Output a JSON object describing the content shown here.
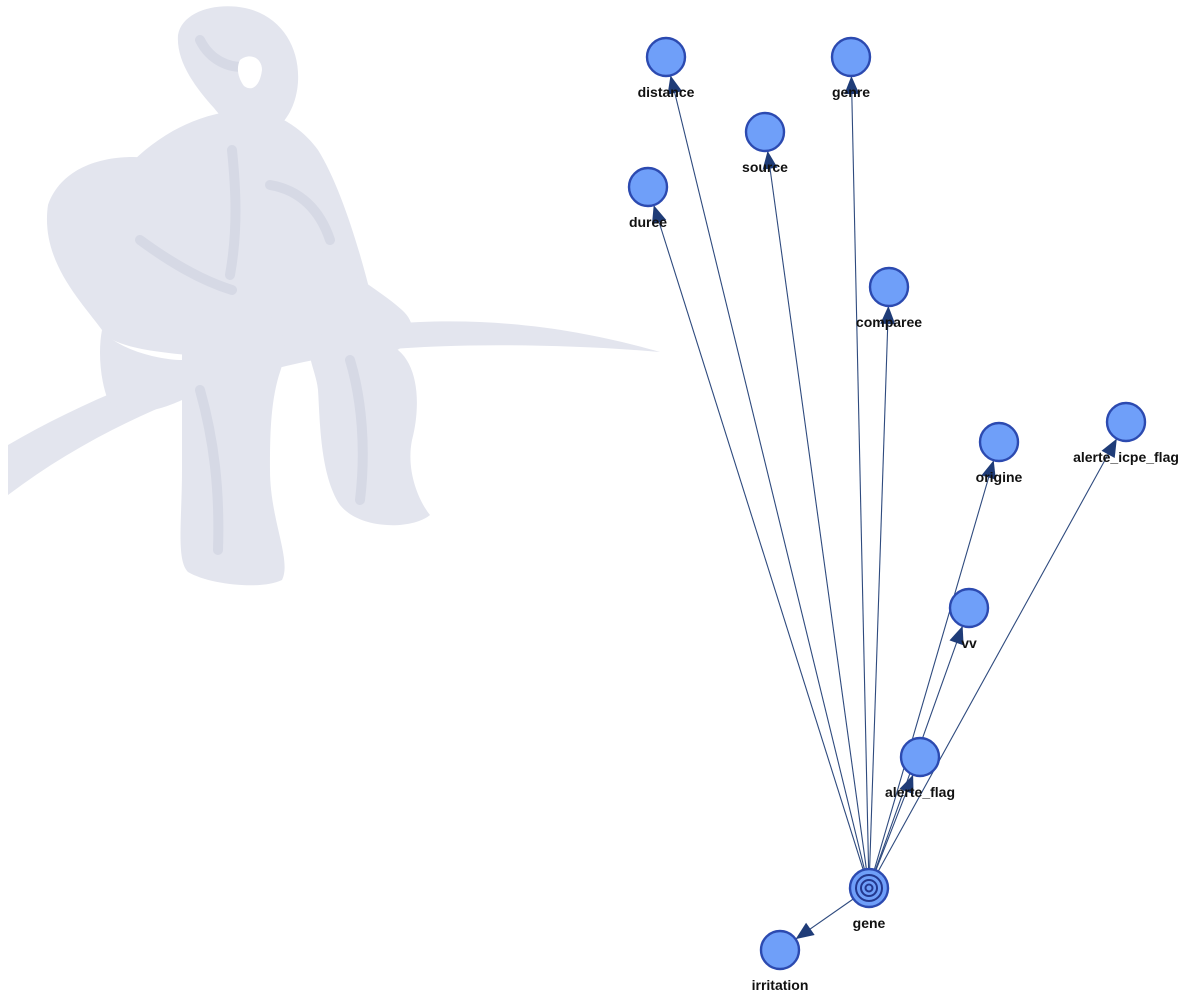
{
  "graph": {
    "colors": {
      "node_fill": "#6f9ff9",
      "node_stroke": "#2c4ab0",
      "edge": "#2e4a7e",
      "arrow": "#1f3c78",
      "watermark": "#e3e5ee"
    },
    "background_icon": "thinker-statue-watermark",
    "nodes": [
      {
        "id": "distance",
        "label": "distance"
      },
      {
        "id": "genre",
        "label": "genre"
      },
      {
        "id": "source",
        "label": "source"
      },
      {
        "id": "duree",
        "label": "duree"
      },
      {
        "id": "comparee",
        "label": "comparee"
      },
      {
        "id": "alerte_icpe_flag",
        "label": "alerte_icpe_flag"
      },
      {
        "id": "origine",
        "label": "origine"
      },
      {
        "id": "vv",
        "label": "vv"
      },
      {
        "id": "alerte_flag",
        "label": "alerte_flag"
      },
      {
        "id": "gene",
        "label": "gene",
        "selected": true
      },
      {
        "id": "irritation",
        "label": "irritation"
      }
    ],
    "edges": [
      {
        "from": "gene",
        "to": "distance"
      },
      {
        "from": "gene",
        "to": "genre"
      },
      {
        "from": "gene",
        "to": "source"
      },
      {
        "from": "gene",
        "to": "duree"
      },
      {
        "from": "gene",
        "to": "comparee"
      },
      {
        "from": "gene",
        "to": "alerte_icpe_flag"
      },
      {
        "from": "gene",
        "to": "origine"
      },
      {
        "from": "gene",
        "to": "vv"
      },
      {
        "from": "gene",
        "to": "alerte_flag"
      },
      {
        "from": "gene",
        "to": "irritation"
      }
    ]
  }
}
